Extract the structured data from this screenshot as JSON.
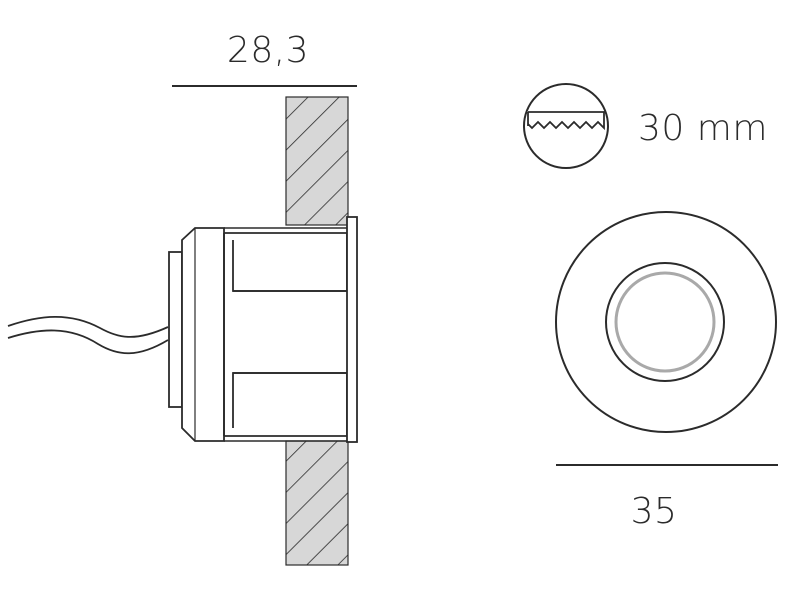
{
  "dimensions": {
    "depth_label": "28,3",
    "hole_label": "30 mm",
    "diameter_label": "35"
  },
  "icons": {
    "hole_saw": "hole-saw-icon"
  },
  "colors": {
    "stroke": "#2b2b2b",
    "wall_fill": "#d7d7d7",
    "lens_ring": "#a9a9a9"
  }
}
